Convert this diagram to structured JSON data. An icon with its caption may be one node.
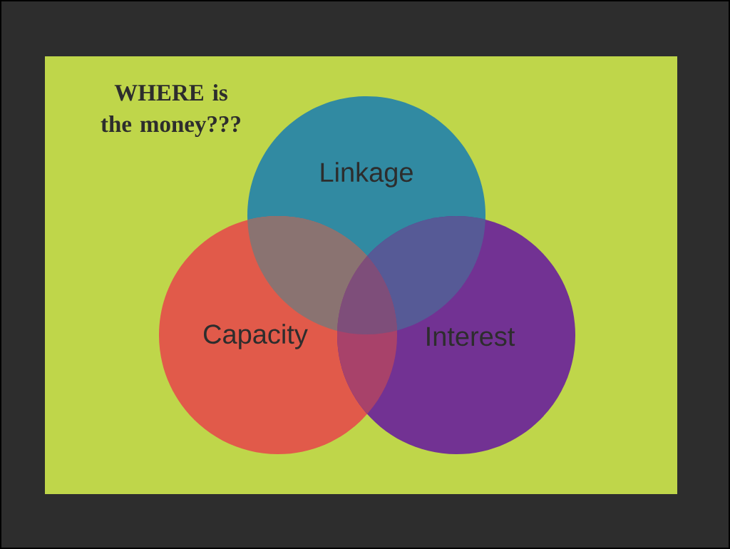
{
  "diagram": {
    "title": "WHERE is the money???",
    "nodes": [
      {
        "text": [
          "Linkage"
        ]
      },
      {
        "text": [
          "Capacity"
        ]
      },
      {
        "text": [
          "Interest"
        ]
      }
    ]
  }
}
